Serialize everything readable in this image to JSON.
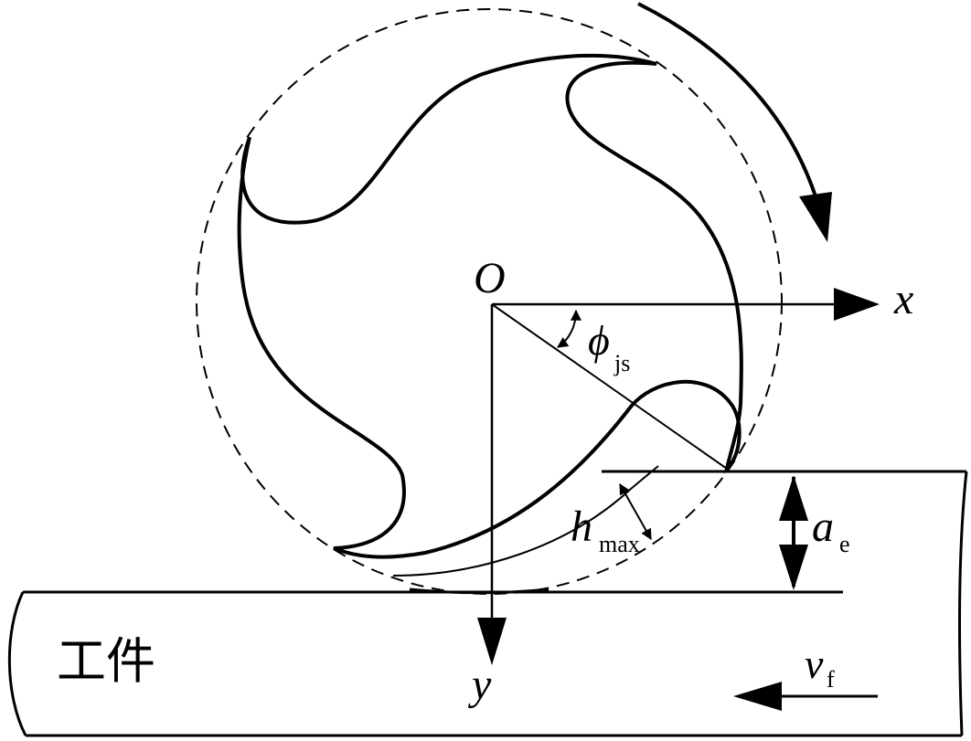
{
  "labels": {
    "origin": "O",
    "x_axis": "x",
    "y_axis": "y",
    "angle_symbol": "ϕ",
    "angle_sub": "js",
    "hmax_symbol": "h",
    "hmax_sub": "max",
    "ae_symbol": "a",
    "ae_sub": "e",
    "vf_symbol": "v",
    "vf_sub": "f",
    "workpiece": "工件"
  }
}
